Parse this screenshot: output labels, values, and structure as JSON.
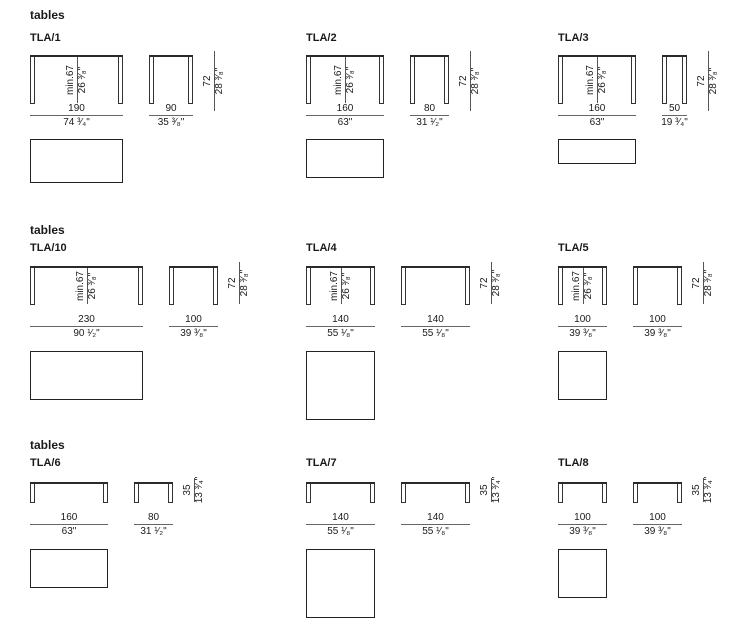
{
  "sections": [
    {
      "title": "tables",
      "tables": [
        {
          "name": "TLA/1",
          "width": "190",
          "width_in": "74 ³⁄₄\"",
          "depth": "90",
          "depth_in": "35 ³⁄₈\"",
          "height": "72",
          "height_in": "28 ³⁄₈\"",
          "min_height": "min.67",
          "min_height_in": "26 ³⁄₈\"",
          "w": 190,
          "d": 90
        },
        {
          "name": "TLA/2",
          "width": "160",
          "width_in": "63\"",
          "depth": "80",
          "depth_in": "31 ¹⁄₂\"",
          "height": "72",
          "height_in": "28 ³⁄₈\"",
          "min_height": "min.67",
          "min_height_in": "26 ³⁄₈\"",
          "w": 160,
          "d": 80
        },
        {
          "name": "TLA/3",
          "width": "160",
          "width_in": "63\"",
          "depth": "50",
          "depth_in": "19 ³⁄₄\"",
          "height": "72",
          "height_in": "28 ³⁄₈\"",
          "min_height": "min.67",
          "min_height_in": "26 ³⁄₈\"",
          "w": 160,
          "d": 50
        }
      ]
    },
    {
      "title": "tables",
      "tables": [
        {
          "name": "TLA/10",
          "width": "230",
          "width_in": "90 ¹⁄₂\"",
          "depth": "100",
          "depth_in": "39 ³⁄₈\"",
          "height": "72",
          "height_in": "28 ³⁄₈\"",
          "min_height": "min.67",
          "min_height_in": "26 ³⁄₈\"",
          "w": 230,
          "d": 100
        },
        {
          "name": "TLA/4",
          "width": "140",
          "width_in": "55 ¹⁄₈\"",
          "depth": "140",
          "depth_in": "55 ¹⁄₈\"",
          "height": "72",
          "height_in": "28 ³⁄₈\"",
          "min_height": "min.67",
          "min_height_in": "26 ³⁄₈\"",
          "w": 140,
          "d": 140
        },
        {
          "name": "TLA/5",
          "width": "100",
          "width_in": "39 ³⁄₈\"",
          "depth": "100",
          "depth_in": "39 ³⁄₈\"",
          "height": "72",
          "height_in": "28 ³⁄₈\"",
          "min_height": "min.67",
          "min_height_in": "26 ³⁄₈\"",
          "w": 100,
          "d": 100
        }
      ]
    },
    {
      "title": "tables",
      "tables": [
        {
          "name": "TLA/6",
          "width": "160",
          "width_in": "63\"",
          "depth": "80",
          "depth_in": "31 ¹⁄₂\"",
          "height": "35",
          "height_in": "13 ³⁄₄\"",
          "w": 160,
          "d": 80
        },
        {
          "name": "TLA/7",
          "width": "140",
          "width_in": "55 ¹⁄₈\"",
          "depth": "140",
          "depth_in": "55 ¹⁄₈\"",
          "height": "35",
          "height_in": "13 ³⁄₄\"",
          "w": 140,
          "d": 140
        },
        {
          "name": "TLA/8",
          "width": "100",
          "width_in": "39 ³⁄₈\"",
          "depth": "100",
          "depth_in": "39 ³⁄₈\"",
          "height": "35",
          "height_in": "13 ³⁄₄\"",
          "w": 100,
          "d": 100
        }
      ]
    }
  ]
}
